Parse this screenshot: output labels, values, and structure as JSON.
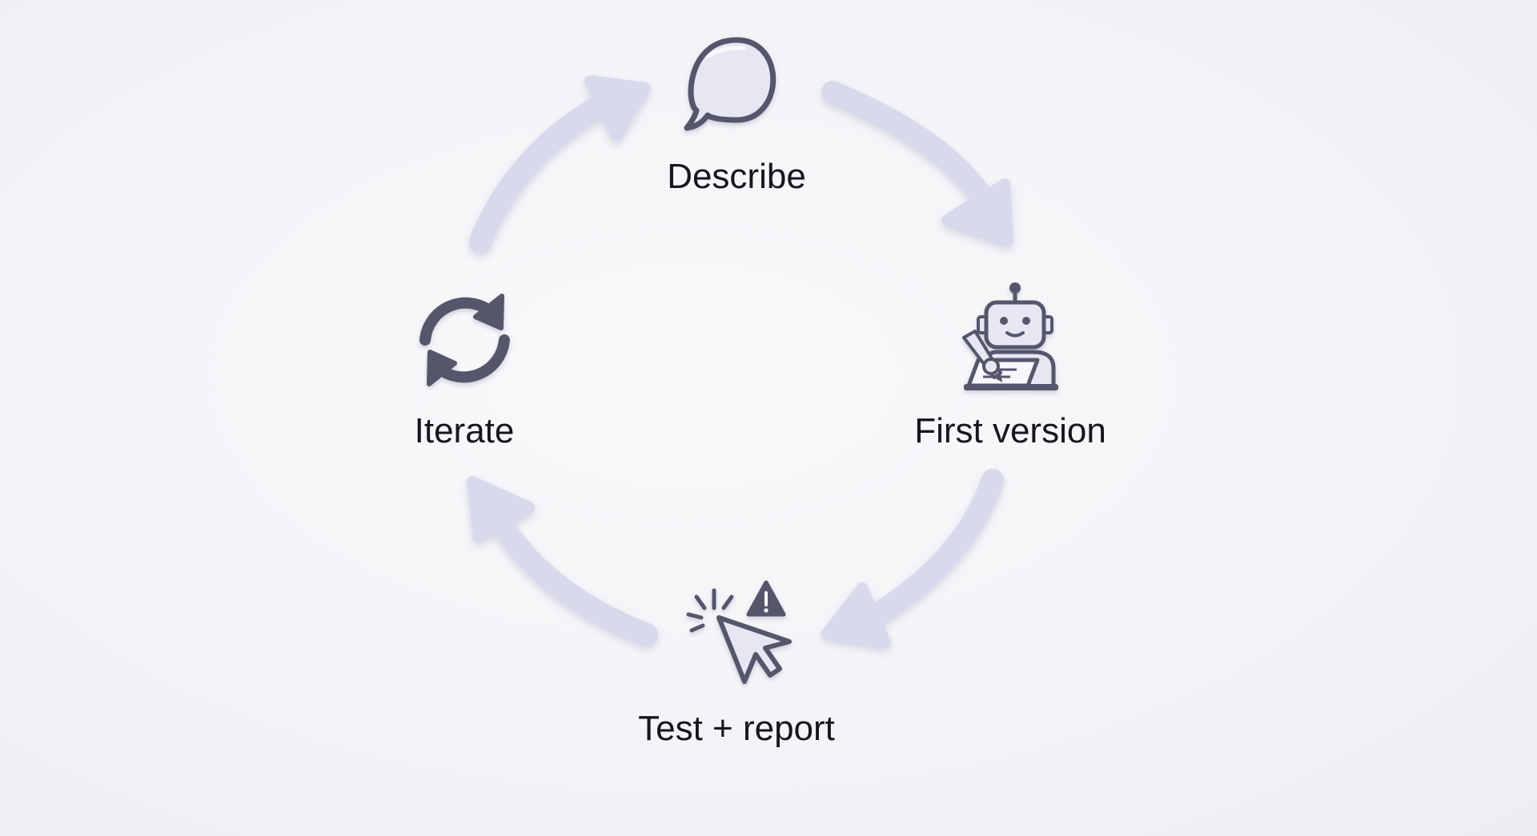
{
  "cycle": {
    "steps": [
      {
        "label": "Describe",
        "icon": "speech-bubble-icon"
      },
      {
        "label": "First version",
        "icon": "robot-writing-icon"
      },
      {
        "label": "Test + report",
        "icon": "cursor-warning-icon"
      },
      {
        "label": "Iterate",
        "icon": "refresh-icon"
      }
    ],
    "colors": {
      "arrow": "#d7d9ec",
      "icon_fill": "#e6e7f3",
      "icon_stroke": "#54566c",
      "text": "#16161c"
    }
  }
}
